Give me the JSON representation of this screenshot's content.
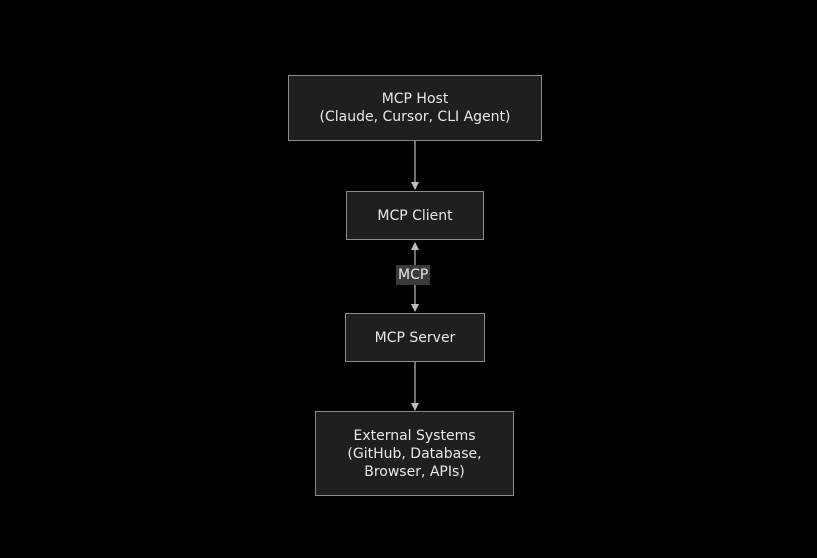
{
  "diagram": {
    "nodes": {
      "host": {
        "lines": [
          "MCP Host",
          "(Claude, Cursor, CLI Agent)"
        ]
      },
      "client": {
        "lines": [
          "MCP Client"
        ]
      },
      "server": {
        "lines": [
          "MCP Server"
        ]
      },
      "external": {
        "lines": [
          "External Systems",
          "(GitHub, Database,",
          "Browser, APIs)"
        ]
      }
    },
    "edges": {
      "client_server_label": "MCP"
    }
  },
  "colors": {
    "background": "#000000",
    "node_fill": "#1f1f1f",
    "node_border": "#8c8c8c",
    "edge": "#bdbdbd",
    "label_fill": "#3a3a3a",
    "text": "#e8e8e8"
  }
}
